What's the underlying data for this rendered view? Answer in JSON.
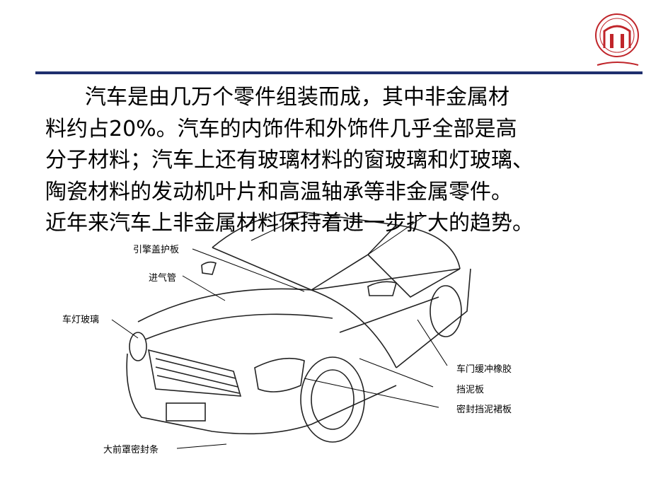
{
  "paragraph": {
    "line1": "汽车是由几万个零件组装而成，其中非金属材",
    "line2": "料约占20%。汽车的内饰件和外饰件几乎全部是高",
    "line3": "分子材料；汽车上还有玻璃材料的窗玻璃和灯玻璃、",
    "line4": "陶瓷材料的发动机叶片和高温轴承等非金属零件。",
    "line5": "近年来汽车上非金属材料保持着进一步扩大的趋势。"
  },
  "labels": {
    "hood_panel": "引擎盖护板",
    "intake_pipe": "进气管",
    "lamp_glass": "车灯玻璃",
    "door_buffer_rubber": "车门缓冲橡胶",
    "fender": "挡泥板",
    "seal_fender_skirt": "密封挡泥裙板",
    "front_hood_seal": "大前罩密封条"
  },
  "colors": {
    "rule": "#1f2f6e",
    "logo": "#c0252a"
  }
}
